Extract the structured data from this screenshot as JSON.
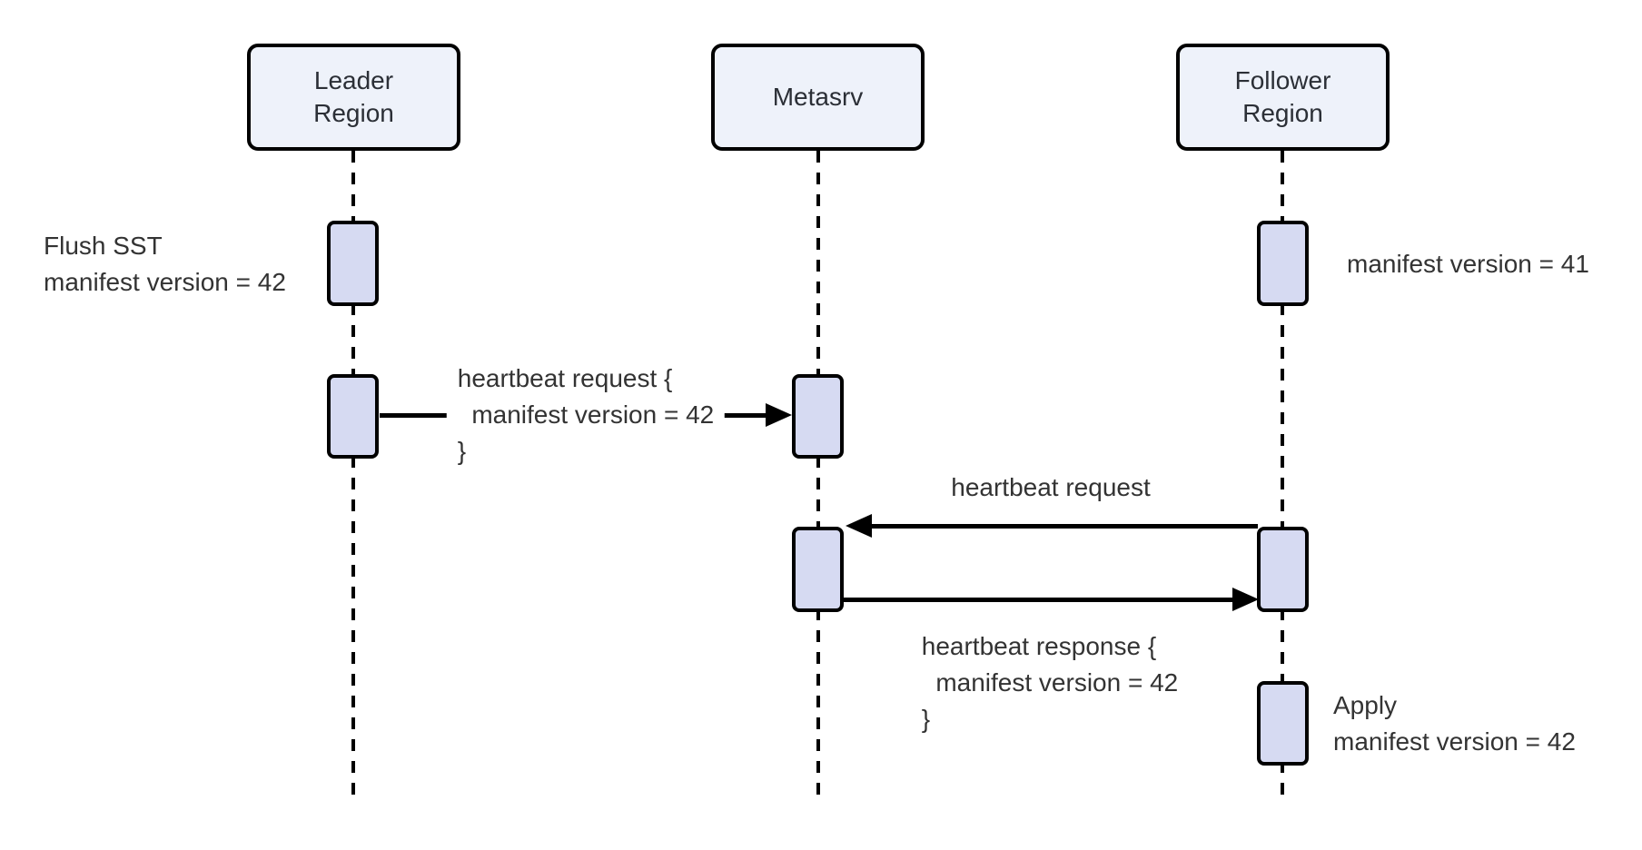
{
  "diagram": {
    "type": "sequence",
    "participants": [
      {
        "id": "leader-region",
        "label": "Leader\nRegion"
      },
      {
        "id": "metasrv",
        "label": "Metasrv"
      },
      {
        "id": "follower-region",
        "label": "Follower\nRegion"
      }
    ],
    "messages": [
      {
        "from": "leader-region",
        "to": "metasrv",
        "direction": "right",
        "label": "heartbeat request {\n  manifest version = 42\n}"
      },
      {
        "from": "follower-region",
        "to": "metasrv",
        "direction": "left",
        "label": "heartbeat request"
      },
      {
        "from": "metasrv",
        "to": "follower-region",
        "direction": "right",
        "label": "heartbeat response {\n  manifest version = 42\n}"
      }
    ],
    "annotations": [
      {
        "attached_to": "leader-region",
        "side": "left",
        "label": "Flush SST\nmanifest version = 42"
      },
      {
        "attached_to": "follower-region",
        "side": "right",
        "label": "manifest version = 41"
      },
      {
        "attached_to": "follower-region",
        "side": "right",
        "label": "Apply\nmanifest version = 42"
      }
    ],
    "colors": {
      "participant_fill": "#eef2fa",
      "activation_fill": "#d6daf2",
      "line": "#000000",
      "participant_text": "#2b2f36",
      "text": "#333333",
      "background": "#ffffff"
    }
  }
}
